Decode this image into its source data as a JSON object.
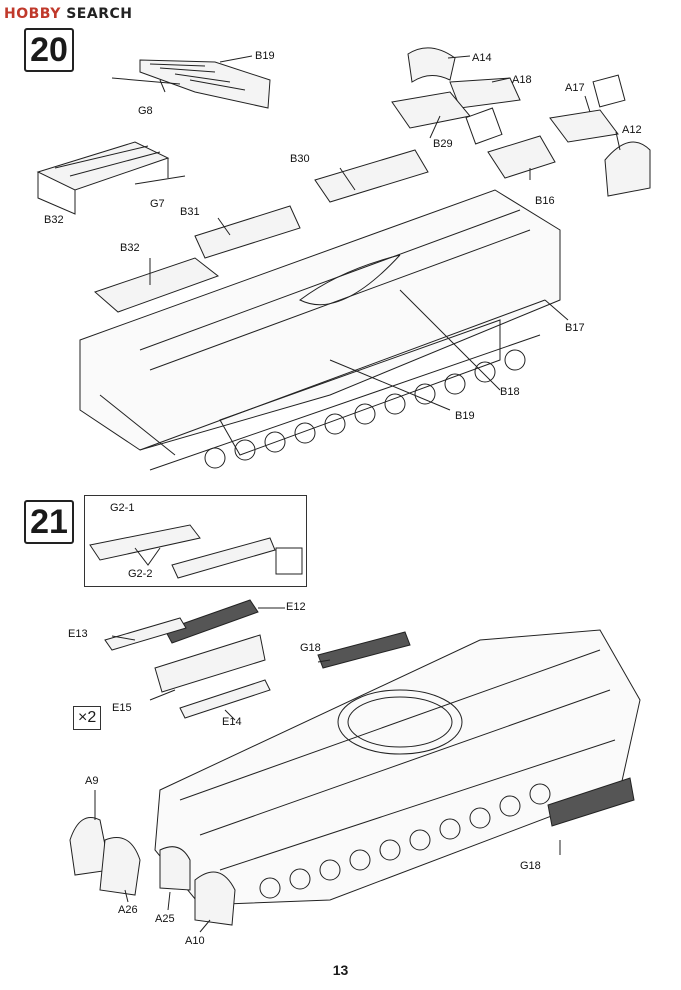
{
  "watermark": {
    "logo_text": "HOBBY",
    "text": "SEARCH"
  },
  "steps": [
    {
      "number": "20"
    },
    {
      "number": "21"
    }
  ],
  "step20_labels": {
    "B19a": "B19",
    "G8": "G8",
    "A14": "A14",
    "A18": "A18",
    "A17": "A17",
    "A12": "A12",
    "B29": "B29",
    "B16": "B16",
    "B32a": "B32",
    "G7": "G7",
    "B30": "B30",
    "B31": "B31",
    "B32b": "B32",
    "B17": "B17",
    "B18": "B18",
    "B19b": "B19"
  },
  "step21_labels": {
    "G21": "G2-1",
    "G22": "G2-2",
    "E12": "E12",
    "E13": "E13",
    "E15": "E15",
    "E14": "E14",
    "G18a": "G18",
    "G18b": "G18",
    "A9": "A9",
    "A26": "A26",
    "A25": "A25",
    "A10": "A10"
  },
  "quantity": "×2",
  "page_number": "13"
}
